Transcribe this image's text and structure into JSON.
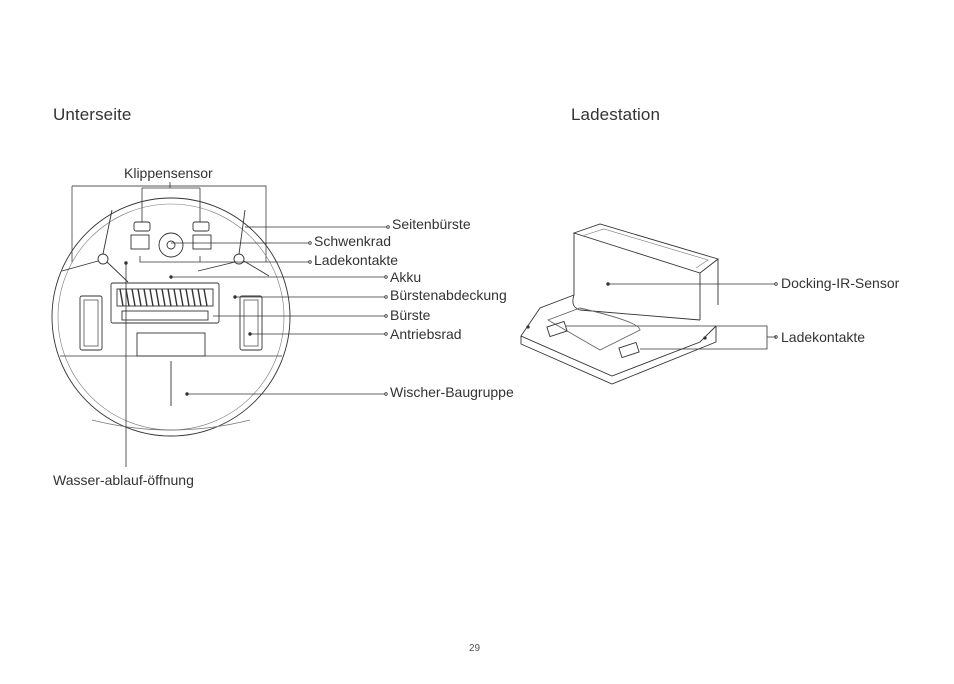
{
  "headings": {
    "left": "Unterseite",
    "right": "Ladestation"
  },
  "robot_labels": {
    "cliff_sensor": "Klippensensor",
    "side_brush": "Seitenbürste",
    "swivel_wheel": "Schwenkrad",
    "charging_contacts": "Ladekontakte",
    "battery": "Akku",
    "brush_cover": "Bürstenabdeckung",
    "brush": "Bürste",
    "drive_wheel": "Antriebsrad",
    "mop_assembly": "Wischer-Baugruppe",
    "water_outlet": "Wasser-ablauf-öffnung"
  },
  "dock_labels": {
    "ir_sensor": "Docking-IR-Sensor",
    "charging_contacts": "Ladekontakte"
  },
  "page_number": "29"
}
